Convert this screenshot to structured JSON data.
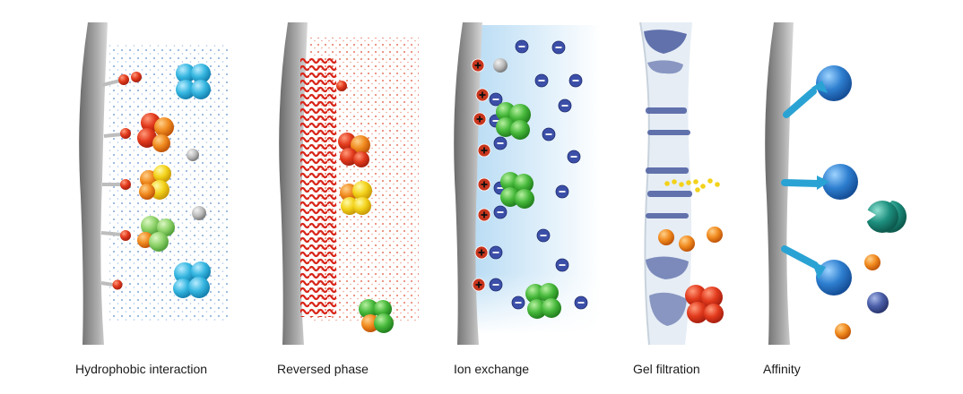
{
  "panels": [
    {
      "label": "Hydrophobic interaction"
    },
    {
      "label": "Reversed phase"
    },
    {
      "label": "Ion exchange"
    },
    {
      "label": "Gel filtration"
    },
    {
      "label": "Affinity"
    }
  ],
  "icons": {
    "positive_charge": "plus-charge-icon",
    "negative_charge": "minus-charge-icon"
  },
  "colors": {
    "matrix": "#8a8a8a",
    "hydrophobic_ligand": "#d42a1a",
    "ion_bg": "#cfe6f7",
    "negative": "#3c4fa8",
    "positive": "#c8361e",
    "affinity_ligand": "#2aa3d4",
    "gel_pore": "#3c4f9a"
  }
}
